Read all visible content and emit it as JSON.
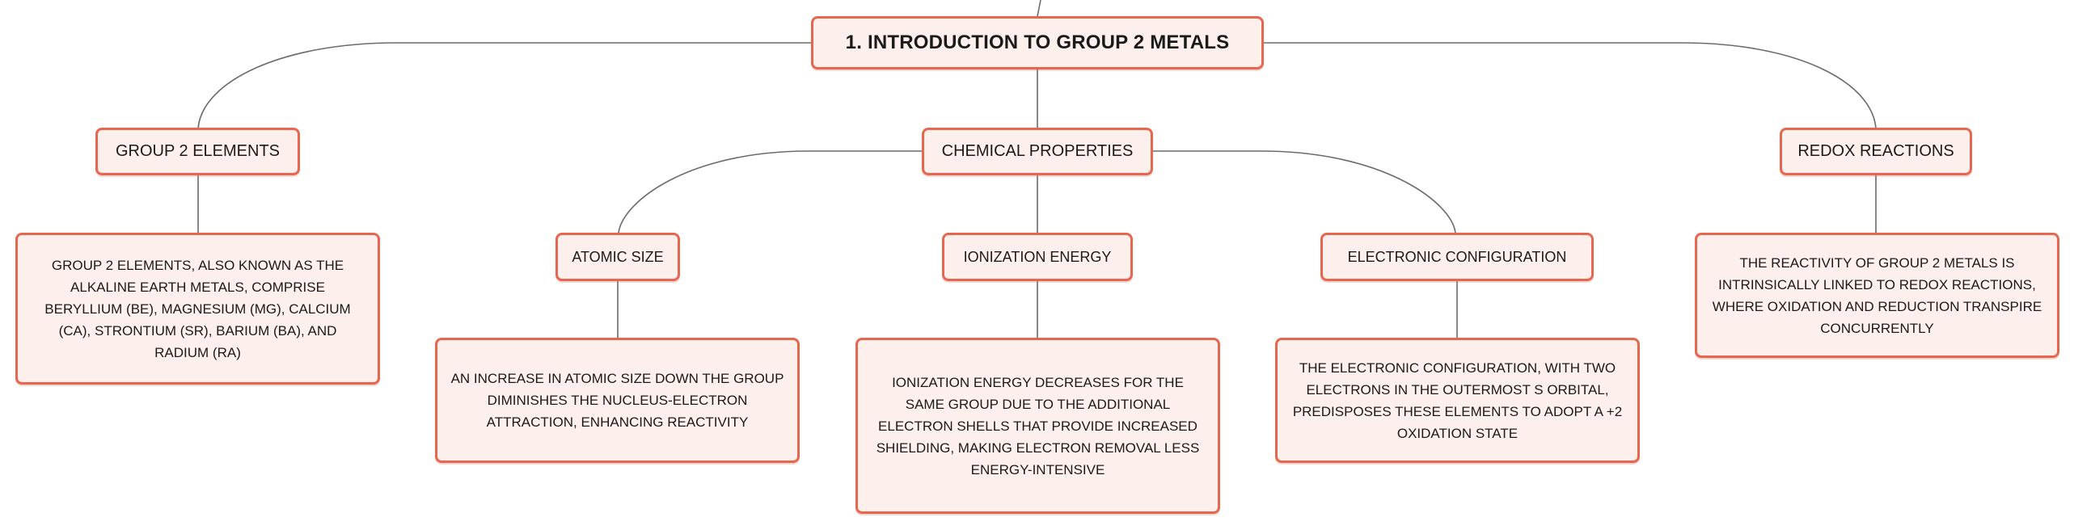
{
  "root": {
    "label": "1. INTRODUCTION TO GROUP 2 METALS"
  },
  "branches": {
    "group2": {
      "label": "GROUP 2 ELEMENTS",
      "detail": "GROUP 2 ELEMENTS, ALSO KNOWN AS THE ALKALINE EARTH METALS, COMPRISE BERYLLIUM (BE), MAGNESIUM (MG), CALCIUM (CA), STRONTIUM (SR), BARIUM (BA), AND RADIUM (RA)"
    },
    "chemical": {
      "label": "CHEMICAL PROPERTIES",
      "children": {
        "atomic": {
          "label": "ATOMIC SIZE",
          "detail": "AN INCREASE IN ATOMIC SIZE DOWN THE GROUP DIMINISHES THE NUCLEUS-ELECTRON ATTRACTION, ENHANCING REACTIVITY"
        },
        "ionization": {
          "label": "IONIZATION ENERGY",
          "detail": "IONIZATION ENERGY DECREASES FOR THE SAME GROUP DUE TO THE ADDITIONAL ELECTRON SHELLS THAT PROVIDE INCREASED SHIELDING, MAKING ELECTRON REMOVAL LESS ENERGY-INTENSIVE"
        },
        "electronic": {
          "label": "ELECTRONIC CONFIGURATION",
          "detail": "THE ELECTRONIC CONFIGURATION, WITH TWO ELECTRONS IN THE OUTERMOST S ORBITAL, PREDISPOSES THESE ELEMENTS TO ADOPT A +2 OXIDATION STATE"
        }
      }
    },
    "redox": {
      "label": "REDOX REACTIONS",
      "detail": "THE REACTIVITY OF GROUP 2 METALS IS INTRINSICALLY LINKED TO REDOX REACTIONS, WHERE OXIDATION AND REDUCTION TRANSPIRE CONCURRENTLY"
    }
  },
  "colors": {
    "node_border": "#e8654e",
    "node_fill": "#fdf0ec",
    "connector": "#6b6b6b"
  }
}
